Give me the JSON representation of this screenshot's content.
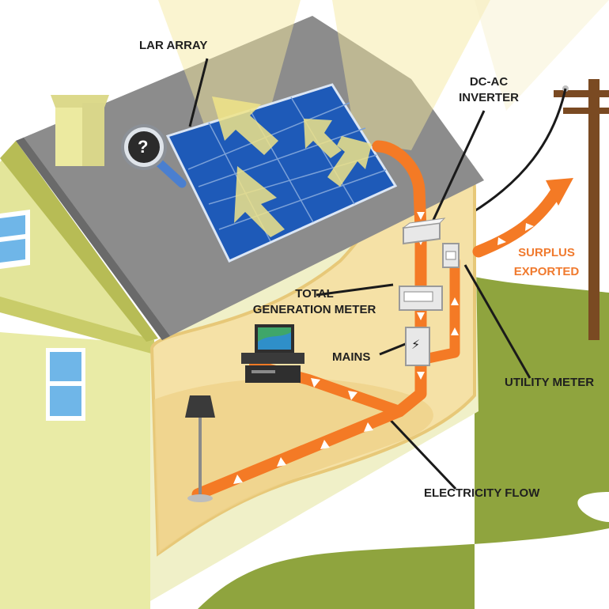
{
  "labels": {
    "solar_array": "LAR ARRAY",
    "inverter_line1": "DC-AC",
    "inverter_line2": "INVERTER",
    "surplus_line1": "SURPLUS",
    "surplus_line2": "EXPORTED",
    "total_line1": "TOTAL",
    "total_line2": "GENERATION METER",
    "mains": "MAINS",
    "utility_meter": "UTILITY METER",
    "electricity_flow": "ELECTRICITY FLOW"
  },
  "icons": {
    "help": "?",
    "lightning": "⚡"
  },
  "colors": {
    "flow_arrow": "#f47a25",
    "text_orange": "#f07a2e",
    "text_dark": "#1f1f1f",
    "house_wall": "#e6e89e",
    "roof": "#8a8a8a",
    "panel": "#1e5ab8",
    "interior": "#f3dfa2",
    "grass": "#8fa43e",
    "pole": "#7a4a22",
    "sun_beam": "#f4e79a"
  }
}
